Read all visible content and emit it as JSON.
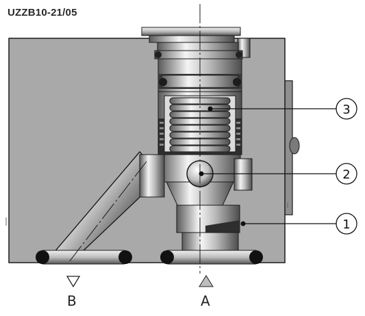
{
  "title": "UZZB10-21/05",
  "callouts": [
    {
      "number": "3",
      "part": "spring"
    },
    {
      "number": "2",
      "part": "ball"
    },
    {
      "number": "1",
      "part": "seat"
    }
  ],
  "ports": [
    {
      "label": "B",
      "symbol": "outlined-down-triangle"
    },
    {
      "label": "A",
      "symbol": "filled-up-triangle"
    }
  ],
  "colors": {
    "body": "#a9a9a9",
    "outline": "#1a1a1a",
    "metal_light": "#e8e8e8",
    "metal_dark": "#4a4a4a",
    "background": "#ffffff"
  }
}
